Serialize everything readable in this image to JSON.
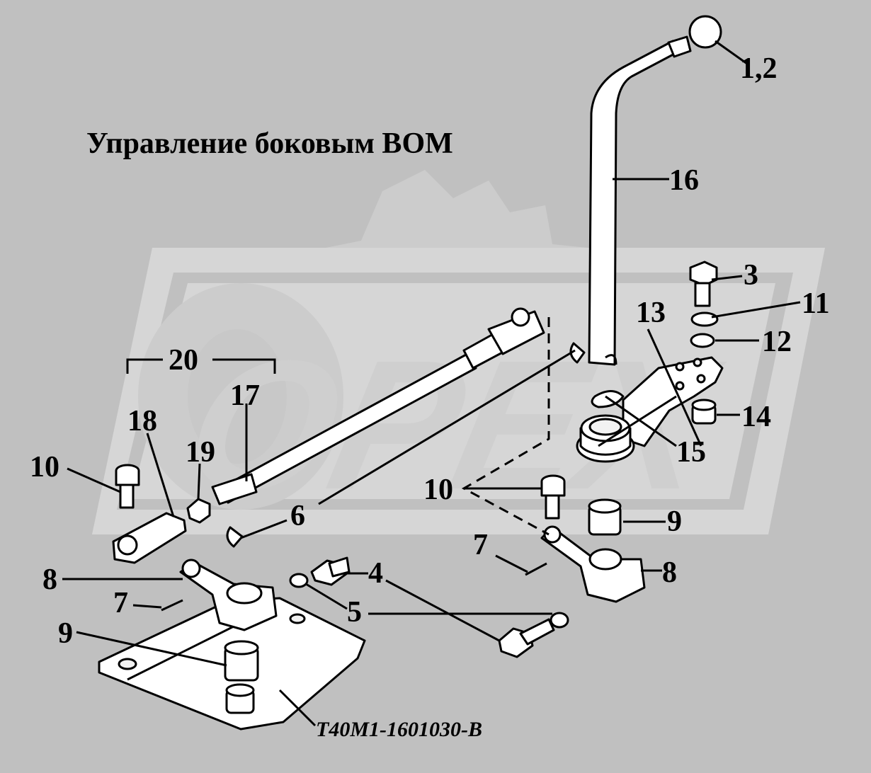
{
  "title": "Управление боковым ВОМ",
  "drawing_code": "Т40М1-1601030-В",
  "watermark": "ОРЕХ",
  "callouts": {
    "c_1_2": "1,2",
    "c_3": "3",
    "c_4": "4",
    "c_5": "5",
    "c_6": "6",
    "c_7a": "7",
    "c_7b": "7",
    "c_8a": "8",
    "c_8b": "8",
    "c_9a": "9",
    "c_9b": "9",
    "c_10a": "10",
    "c_10b": "10",
    "c_11": "11",
    "c_12": "12",
    "c_13": "13",
    "c_14": "14",
    "c_15": "15",
    "c_16": "16",
    "c_17": "17",
    "c_18": "18",
    "c_19": "19",
    "c_20": "20"
  },
  "colors": {
    "background": "#c0c0c0",
    "watermark": "#d6d6d6",
    "line": "#000000",
    "part_fill": "#ffffff"
  }
}
